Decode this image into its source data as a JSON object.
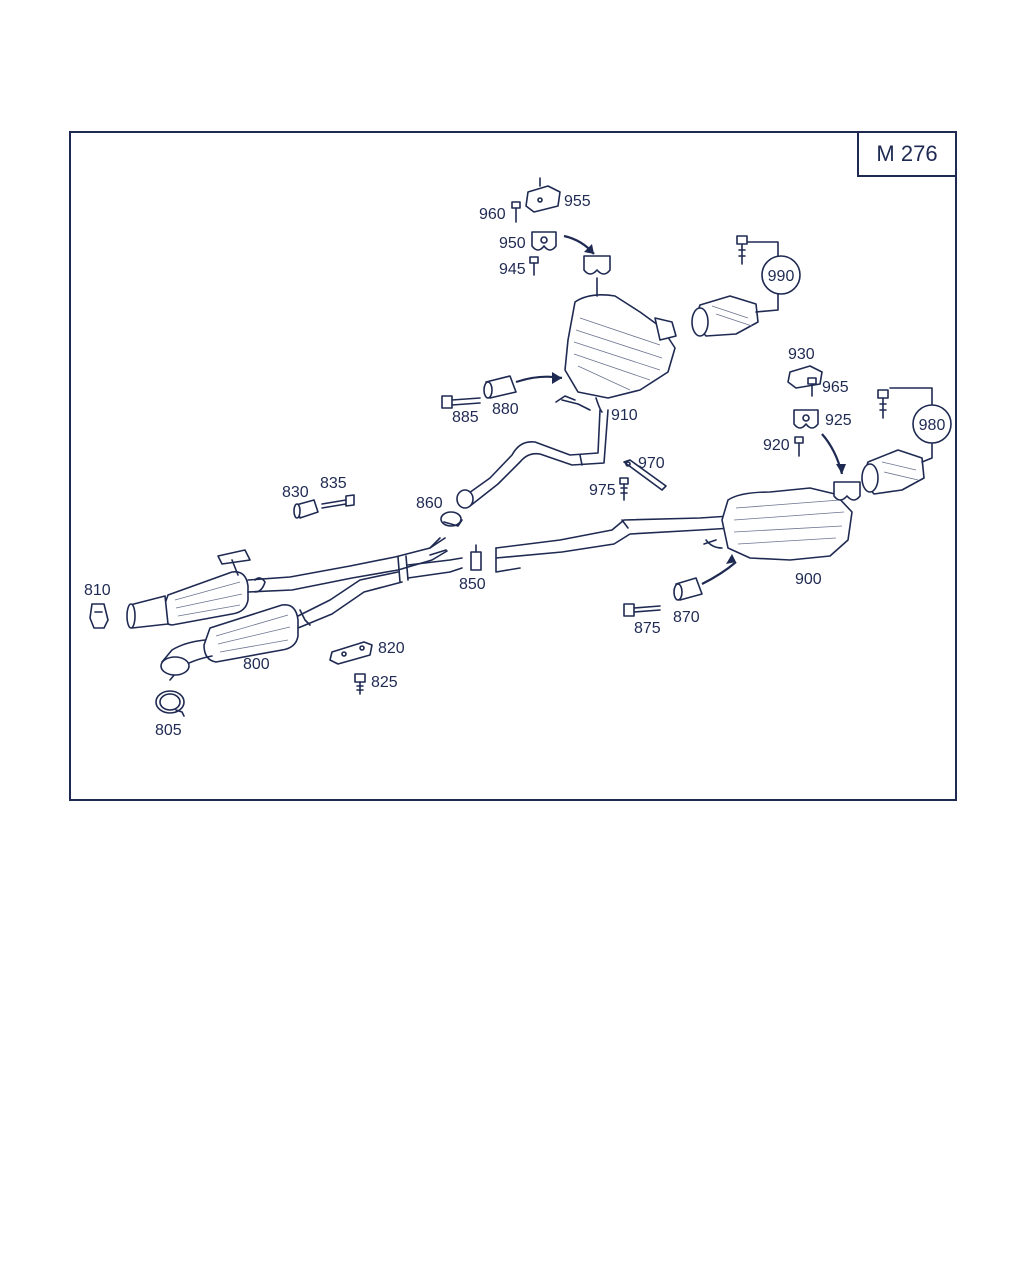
{
  "model_label": "M 276",
  "parts": {
    "p800": "800",
    "p805": "805",
    "p810": "810",
    "p820": "820",
    "p825": "825",
    "p830": "830",
    "p835": "835",
    "p850": "850",
    "p860": "860",
    "p870": "870",
    "p875": "875",
    "p880": "880",
    "p885": "885",
    "p900": "900",
    "p910": "910",
    "p920": "920",
    "p925": "925",
    "p930": "930",
    "p945": "945",
    "p950": "950",
    "p955": "955",
    "p960": "960",
    "p965": "965",
    "p970": "970",
    "p975": "975",
    "p980": "980",
    "p990": "990"
  }
}
